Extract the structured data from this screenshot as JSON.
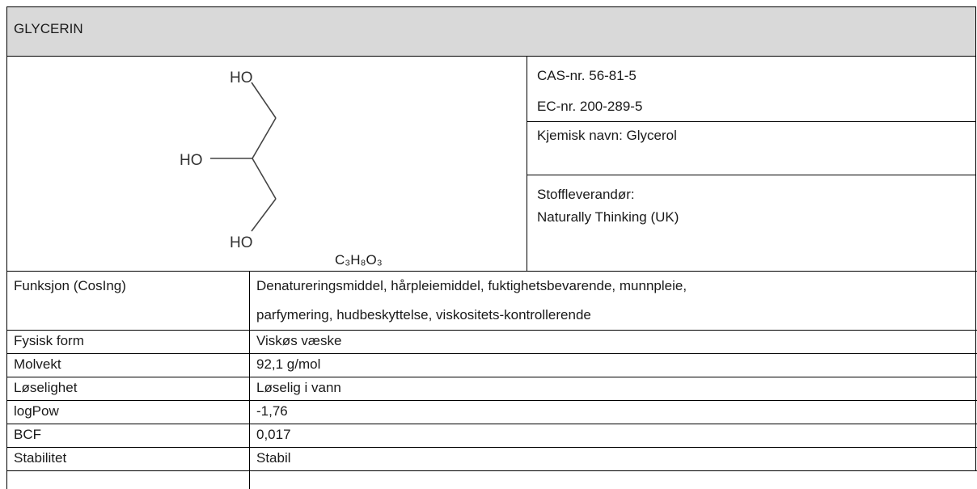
{
  "title": "GLYCERIN",
  "molecule": {
    "labels": [
      "HO",
      "HO",
      "HO"
    ],
    "formula": "C₃H₈O₃"
  },
  "identifiers": {
    "cas": "CAS-nr. 56-81-5",
    "ec": "EC-nr. 200-289-5",
    "chemical_name": "Kjemisk navn: Glycerol",
    "supplier_label": "Stoffleverandør:",
    "supplier_value": "Naturally Thinking (UK)"
  },
  "properties": [
    {
      "label": "Funksjon (CosIng)",
      "value_line1": "Denatureringsmiddel, hårpleiemiddel, fuktighetsbevarende, munnpleie,",
      "value_line2": "parfymering, hudbeskyttelse, viskositets-kontrollerende"
    },
    {
      "label": "Fysisk form",
      "value": "Viskøs væske"
    },
    {
      "label": "Molvekt",
      "value": "92,1 g/mol"
    },
    {
      "label": "Løselighet",
      "value": "Løselig i vann"
    },
    {
      "label": "logPow",
      "value": "-1,76"
    },
    {
      "label": "BCF",
      "value": "0,017"
    },
    {
      "label": "Stabilitet",
      "value": "Stabil"
    }
  ]
}
